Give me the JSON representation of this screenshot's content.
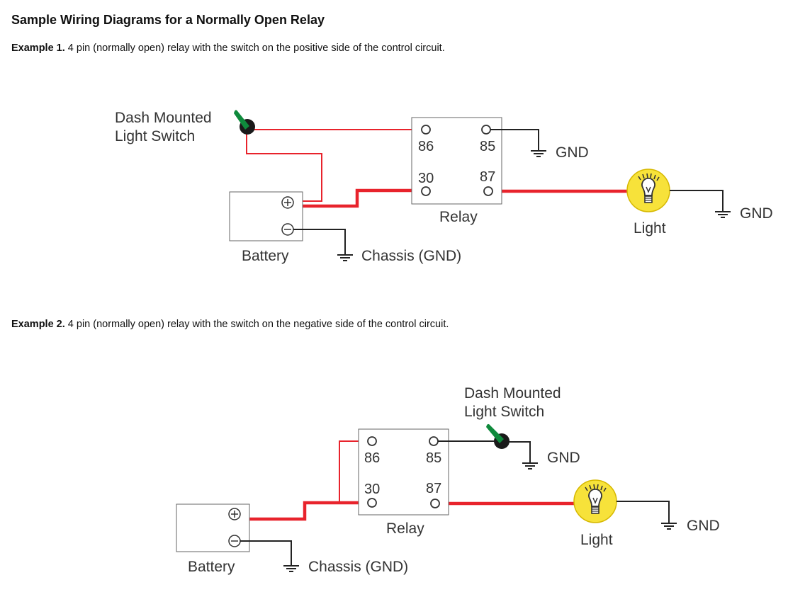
{
  "title": "Sample Wiring Diagrams for a Normally Open Relay",
  "examples": [
    {
      "label": "Example 1.",
      "description": "4 pin (normally open) relay with the switch on the positive side of the control circuit.",
      "labels": {
        "switch_line1": "Dash Mounted",
        "switch_line2": "Light Switch",
        "pin86": "86",
        "pin85": "85",
        "pin30": "30",
        "pin87": "87",
        "relay": "Relay",
        "gnd_relay": "GND",
        "gnd_light": "GND",
        "light": "Light",
        "battery": "Battery",
        "chassis": "Chassis (GND)"
      }
    },
    {
      "label": "Example 2.",
      "description": "4 pin (normally open) relay with the switch on the negative side of the control circuit.",
      "labels": {
        "switch_line1": "Dash Mounted",
        "switch_line2": "Light Switch",
        "pin86": "86",
        "pin85": "85",
        "pin30": "30",
        "pin87": "87",
        "relay": "Relay",
        "gnd_relay": "GND",
        "gnd_light": "GND",
        "light": "Light",
        "battery": "Battery",
        "chassis": "Chassis (GND)"
      }
    }
  ],
  "colors": {
    "wire_power": "#e8232c",
    "wire_ground": "#222222",
    "switch_lever": "#0f8a3c",
    "bulb": "#f7e23a"
  }
}
